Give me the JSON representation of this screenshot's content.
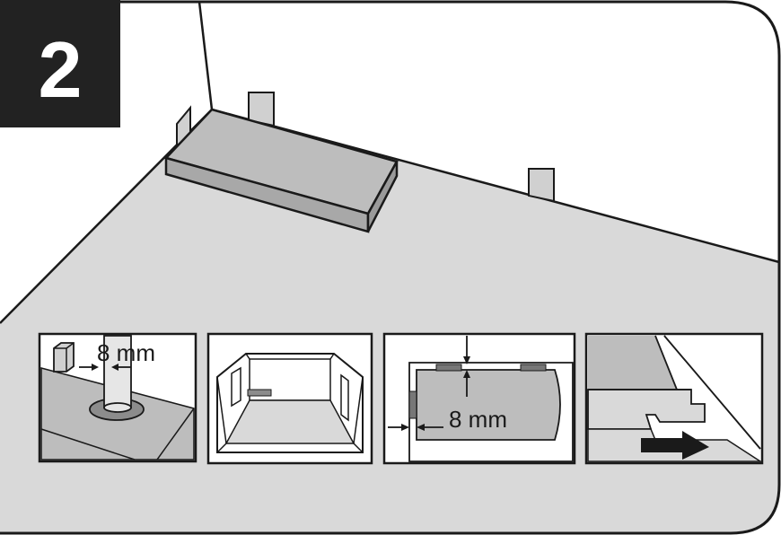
{
  "step": {
    "number": "2"
  },
  "panels": [
    {
      "name": "pipe-gap-detail",
      "label": "8 mm"
    },
    {
      "name": "room-overview"
    },
    {
      "name": "wall-gap-detail",
      "label": "8 mm"
    },
    {
      "name": "plank-tongue-groove-detail"
    }
  ],
  "colors": {
    "floor": "#d9d9d9",
    "plank": "#bdbdbd",
    "outline": "#1a1a1a",
    "badge": "#222222",
    "spacer": "#777777"
  }
}
